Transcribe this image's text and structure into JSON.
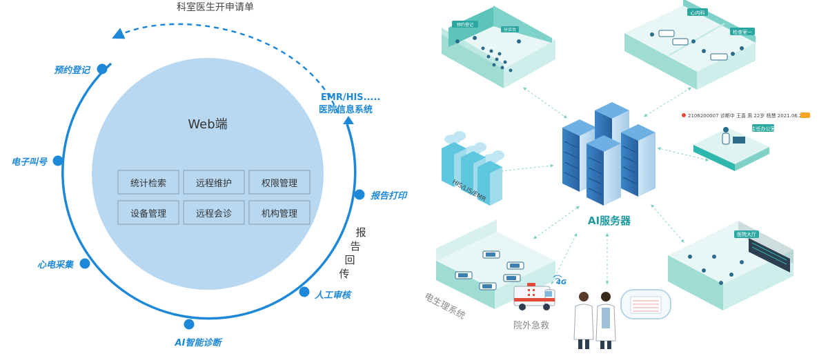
{
  "cycle": {
    "top_caption": "科室医生开申请单",
    "center_title": "Web端",
    "modules": [
      "统计检索",
      "远程维护",
      "权限管理",
      "设备管理",
      "远程会诊",
      "机构管理"
    ],
    "steps": {
      "appointment": "预约登记",
      "queue": "电子叫号",
      "ecg_collect": "心电采集",
      "ai_diagnosis": "AI智能诊断",
      "manual_review": "人工审核",
      "report_print": "报告打印"
    },
    "emr_line1": "EMR/HIS.....",
    "emr_line2": "医院信息系统",
    "report_return": [
      "报",
      "告",
      "回",
      "传"
    ]
  },
  "network": {
    "ai_server_label": "AI服务器",
    "his_label": "HIS/LIS/EMR",
    "physio_label": "电生理系统",
    "emergency_label": "院外急救",
    "signal_badge": "4G",
    "dept_sign_1": "预约登记",
    "dept_sign_2": "分诊台",
    "dept_sign_3": "心内科",
    "dept_sign_4": "检查室一",
    "office_sign": "主任办公室",
    "hall_sign": "医院大厅",
    "patient_bar": "2106200007 诊断中 王喜 男 22岁 杨慧 2021.06.26"
  },
  "colors": {
    "accent": "#1e88d8",
    "circle_fill": "#b8d8f2",
    "teal": "#2ab3b3",
    "server_blue": "#2f6fb0",
    "floor": "#dff3f1"
  }
}
